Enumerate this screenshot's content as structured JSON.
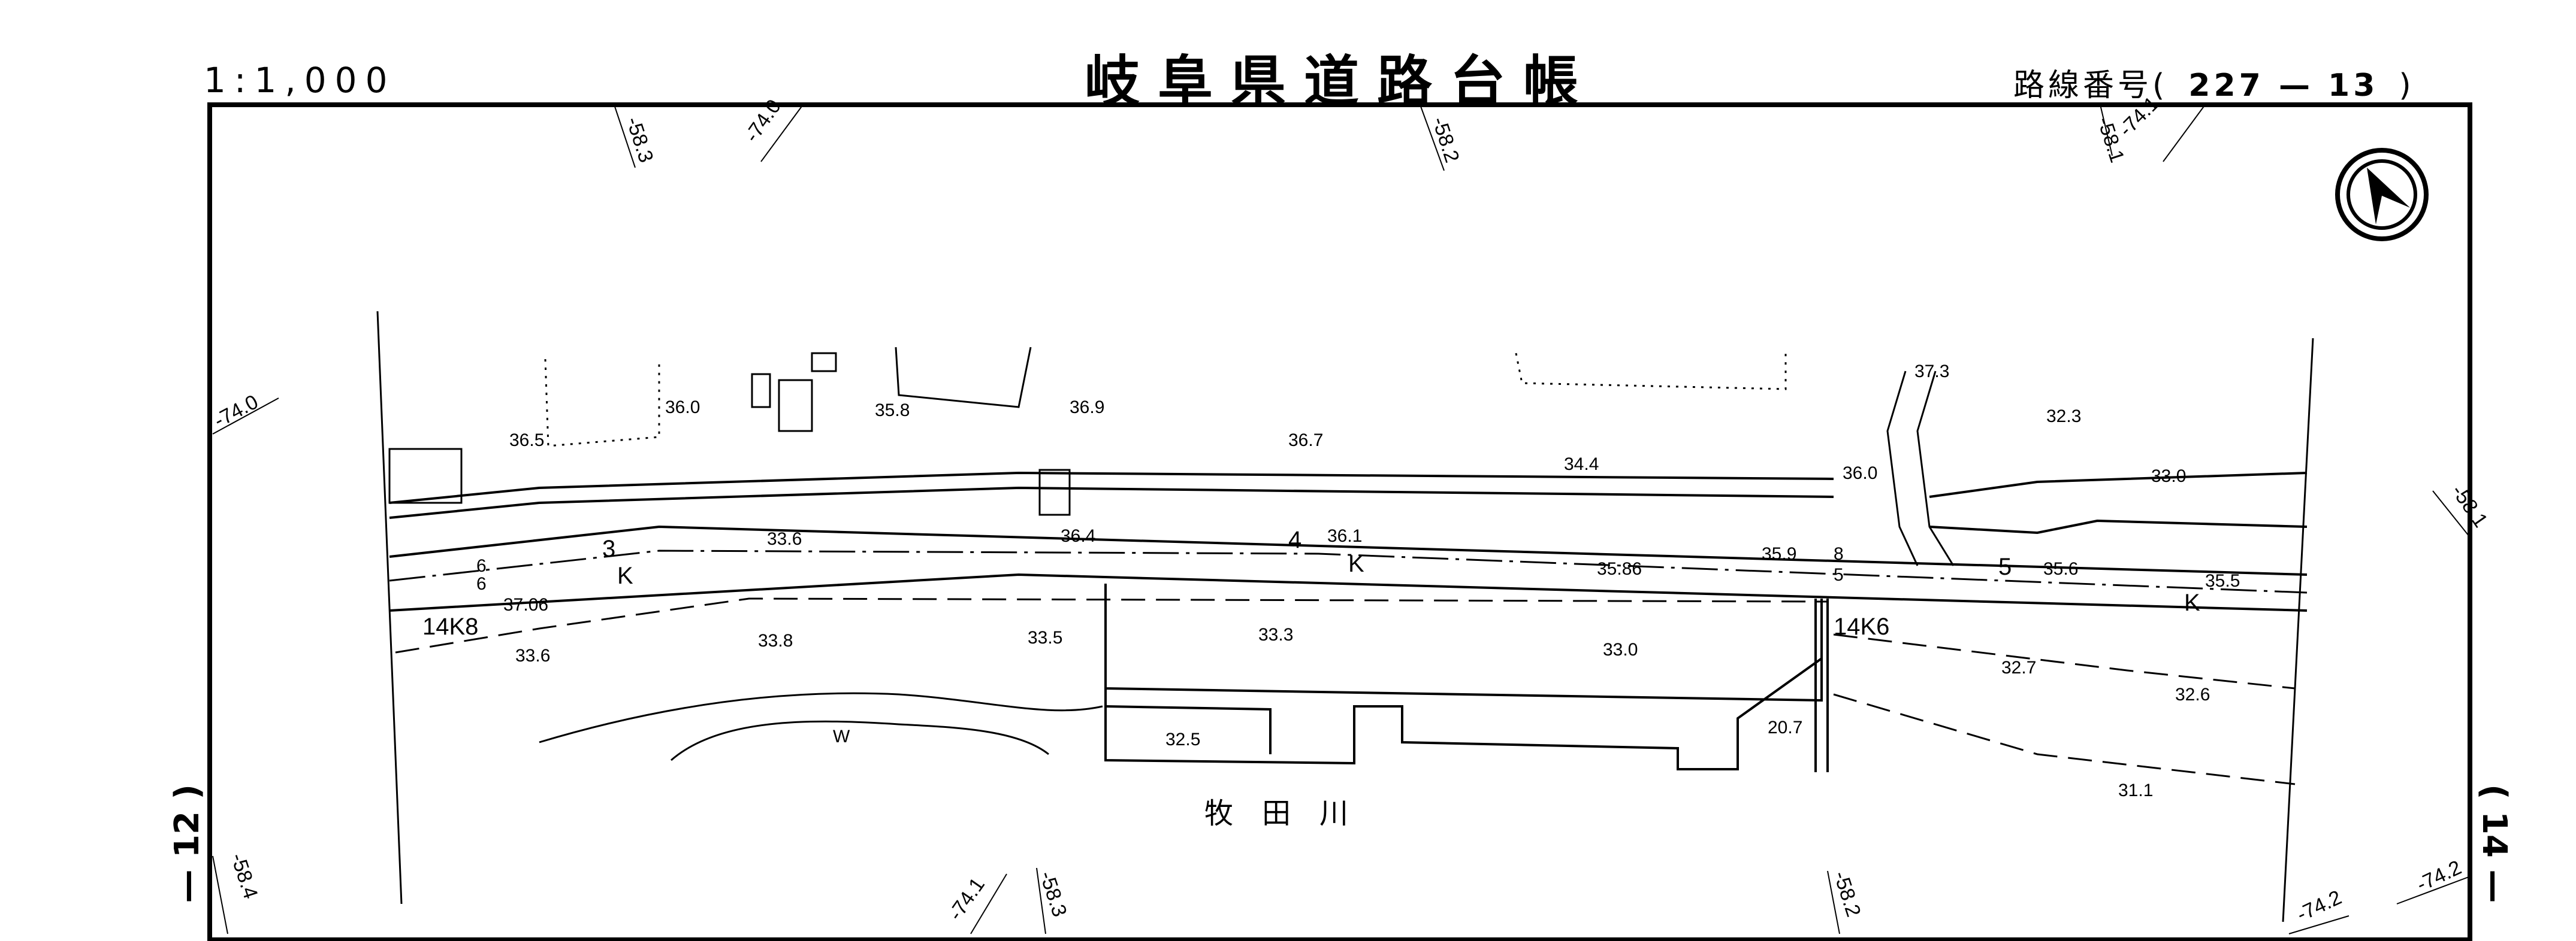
{
  "header": {
    "scale": "1:1,000",
    "title": "岐阜県道路台帳",
    "route_label": "路線番号(",
    "route_number": "227 — 13",
    "route_close": ")"
  },
  "sheet_refs": {
    "left": "— 12 )",
    "right": "( 14 —"
  },
  "north_arrow": {
    "icon": "north-arrow-icon"
  },
  "grid_labels": {
    "top": [
      "-58.3",
      "-74.0",
      "-58.2",
      "-58.1",
      "-74.1"
    ],
    "left": [
      "-74.0"
    ],
    "right": [
      "-58.1",
      "-74.2"
    ],
    "bottom": [
      "-58.4",
      "-74.1",
      "-58.3",
      "-58.2",
      "-74.2"
    ]
  },
  "elevations": [
    "36.5",
    "36.0",
    "35.8",
    "36.9",
    "36.7",
    "34.4",
    "37.3",
    "32.3",
    "36.0",
    "33.0",
    "33.6",
    "36.4",
    "36.1",
    "35.86",
    "35.9",
    "35.6",
    "35.5",
    "37.06",
    "33.6",
    "33.8",
    "33.5",
    "33.3",
    "33.0",
    "32.5",
    "20.7",
    "32.7",
    "32.6",
    "31.1"
  ],
  "stations": [
    "3",
    "4",
    "5"
  ],
  "kilometer_posts": [
    "14K8",
    "14K6"
  ],
  "road_markers": [
    "K",
    "K",
    "K"
  ],
  "widths": [
    "6",
    "6",
    "8",
    "5"
  ],
  "water_label": "W",
  "river_name": "牧　田　川",
  "colors": {
    "ink": "#000000",
    "paper": "#ffffff"
  }
}
